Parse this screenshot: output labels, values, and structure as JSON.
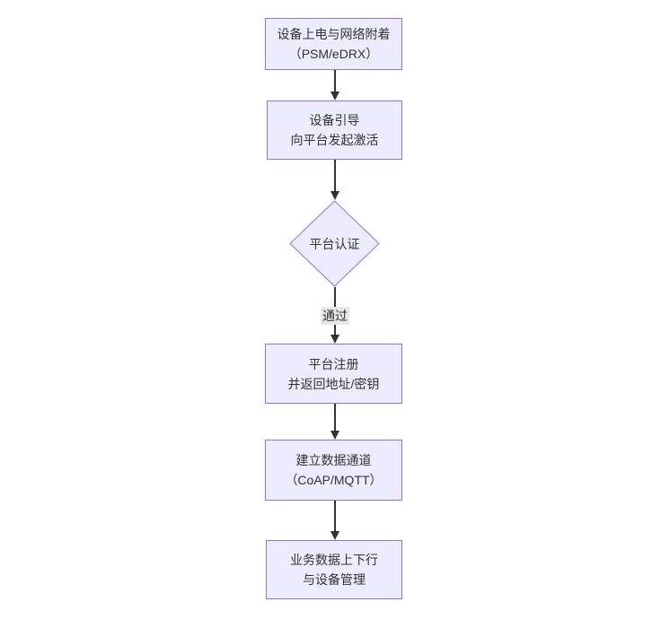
{
  "diagram": {
    "type": "flowchart",
    "direction": "top-down",
    "colors": {
      "background": "#ffffff",
      "node_fill": "#ECECFF",
      "node_border": "#9370DB",
      "text_color": "#333333",
      "edge_color": "#333333",
      "edge_label_bg": "#e8e8e8"
    },
    "nodes": [
      {
        "id": "n1",
        "shape": "rect",
        "lines": [
          "设备上电与网络附着",
          "（PSM/eDRX）"
        ]
      },
      {
        "id": "n2",
        "shape": "rect",
        "lines": [
          "设备引导",
          "向平台发起激活"
        ]
      },
      {
        "id": "n3",
        "shape": "diamond",
        "lines": [
          "平台认证"
        ]
      },
      {
        "id": "n4",
        "shape": "rect",
        "lines": [
          "平台注册",
          "并返回地址/密钥"
        ]
      },
      {
        "id": "n5",
        "shape": "rect",
        "lines": [
          "建立数据通道",
          "（CoAP/MQTT）"
        ]
      },
      {
        "id": "n6",
        "shape": "rect",
        "lines": [
          "业务数据上下行",
          "与设备管理"
        ]
      }
    ],
    "edges": [
      {
        "from": "n1",
        "to": "n2",
        "label": ""
      },
      {
        "from": "n2",
        "to": "n3",
        "label": ""
      },
      {
        "from": "n3",
        "to": "n4",
        "label": "通过"
      },
      {
        "from": "n4",
        "to": "n5",
        "label": ""
      },
      {
        "from": "n5",
        "to": "n6",
        "label": ""
      }
    ]
  }
}
